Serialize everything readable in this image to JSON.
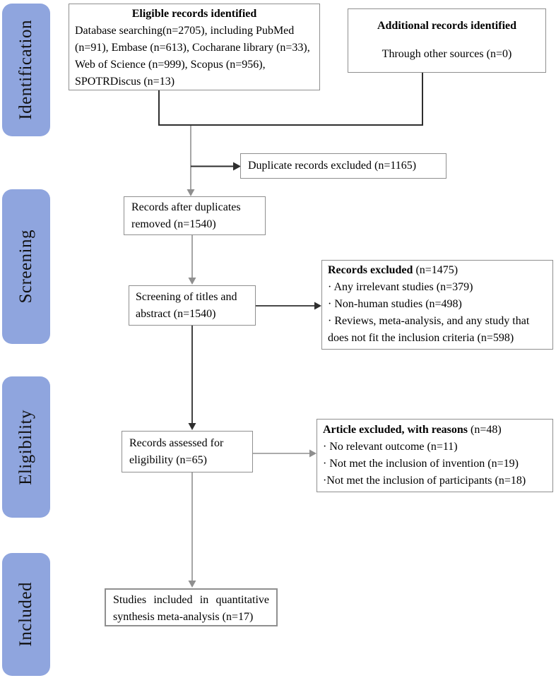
{
  "sidebar": {
    "stages": [
      {
        "label": "Identification"
      },
      {
        "label": "Screening"
      },
      {
        "label": "Eligibility"
      },
      {
        "label": "Included"
      }
    ]
  },
  "boxes": {
    "eligible": {
      "title": "Eligible records identified",
      "body": "Database searching(n=2705), including PubMed (n=91), Embase (n=613), Cocharane library (n=33), Web of Science (n=999), Scopus (n=956), SPOTRDiscus (n=13)"
    },
    "additional": {
      "title": "Additional records identified",
      "body": "Through other sources (n=0)"
    },
    "duplicates_excluded": {
      "text": "Duplicate records excluded (n=1165)"
    },
    "after_duplicates": {
      "text": "Records after duplicates removed (n=1540)"
    },
    "screening_titles": {
      "text": "Screening of titles and abstract (n=1540)"
    },
    "records_excluded": {
      "title_bold": "Records excluded",
      "title_rest": " (n=1475)",
      "items": [
        "· Any irrelevant studies (n=379)",
        "· Non-human studies (n=498)",
        "· Reviews, meta-analysis, and any study that does not fit the inclusion criteria (n=598)"
      ]
    },
    "assessed": {
      "text": "Records assessed for eligibility (n=65)"
    },
    "article_excluded": {
      "title_bold": "Article excluded, with reasons",
      "title_rest": " (n=48)",
      "items": [
        "· No relevant outcome (n=11)",
        "· Not met the inclusion of invention (n=19)",
        "·Not met the inclusion of participants (n=18)"
      ]
    },
    "included_studies": {
      "text": "Studies included in quantitative synthesis meta-analysis (n=17)"
    }
  },
  "colors": {
    "stage_fill": "#8FA5DE",
    "arrow_dark": "#2E2E2E",
    "arrow_gray": "#8F8F8F",
    "box_border": "#8F8F8F"
  }
}
